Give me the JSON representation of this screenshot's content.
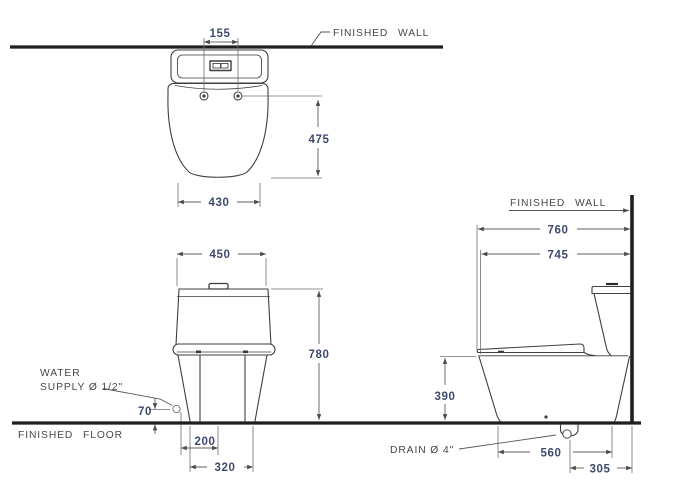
{
  "labels": {
    "finished_wall_top": "FINISHED WALL",
    "finished_wall_side": "FINISHED WALL",
    "finished_floor": "FINISHED FLOOR",
    "water_supply_line1": "WATER",
    "water_supply_line2": "SUPPLY Ø 1/2\"",
    "drain": "DRAIN Ø 4\""
  },
  "dims": {
    "top": {
      "bolt_spacing": "155",
      "depth_to_bolts": "475",
      "bowl_width": "430"
    },
    "front": {
      "tank_width": "450",
      "total_height": "780",
      "supply_height": "70",
      "supply_offset": "200",
      "base_width": "320"
    },
    "side": {
      "total_depth": "760",
      "bowl_depth": "745",
      "rim_height": "390",
      "base_depth": "560",
      "drain_to_wall": "305"
    }
  },
  "colors": {
    "outline": "#3f3f3f",
    "heavy_line": "#1f1f1f",
    "dim_line": "#6f6f6f",
    "dim_text": "#3e4a6d",
    "label_text": "#474747",
    "background": "#ffffff"
  }
}
